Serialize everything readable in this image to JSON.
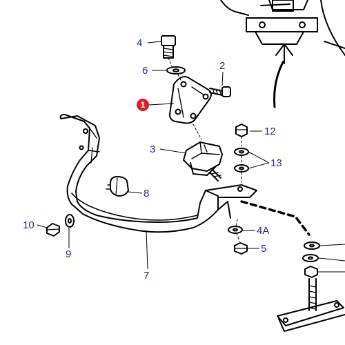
{
  "diagram": {
    "callouts": [
      {
        "id": "c4",
        "text": "4"
      },
      {
        "id": "c6",
        "text": "6"
      },
      {
        "id": "c2",
        "text": "2"
      },
      {
        "id": "c1",
        "text": "1",
        "highlight": true
      },
      {
        "id": "c12",
        "text": "12"
      },
      {
        "id": "c3",
        "text": "3"
      },
      {
        "id": "c13",
        "text": "13"
      },
      {
        "id": "c8",
        "text": "8"
      },
      {
        "id": "c10",
        "text": "10"
      },
      {
        "id": "c9",
        "text": "9"
      },
      {
        "id": "c4a",
        "text": "4A"
      },
      {
        "id": "c5",
        "text": "5"
      },
      {
        "id": "c7",
        "text": "7"
      }
    ],
    "colors": {
      "line": "#000000",
      "label": "#1a2f8f",
      "highlight": "#d9202a"
    }
  }
}
